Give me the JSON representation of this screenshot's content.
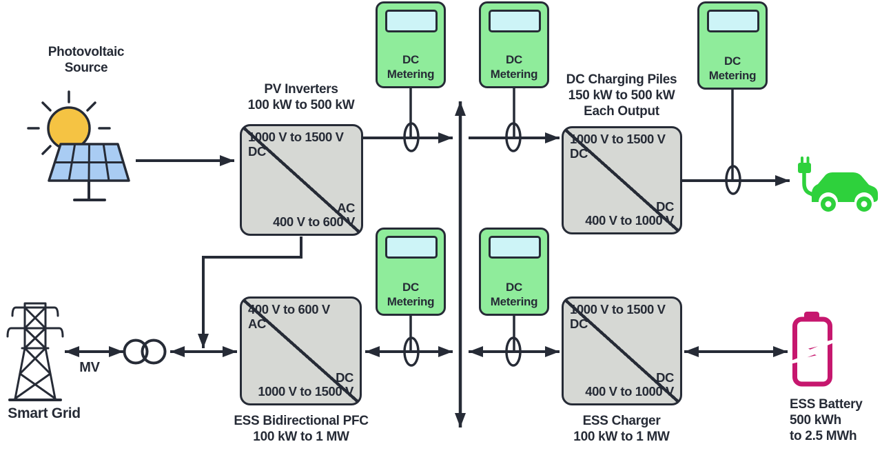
{
  "colors": {
    "ink": "#262b36",
    "converter_fill": "#d6d8d4",
    "meter_fill": "#8fec9b",
    "meter_screen": "#cdf4f7",
    "ev_green": "#2ed13c",
    "battery_magenta": "#c6176e",
    "sun_yellow": "#f5c343",
    "panel_blue": "#a9ccf3"
  },
  "sources": {
    "pv": {
      "label": "Photovoltaic\nSource"
    },
    "grid": {
      "label": "Smart Grid",
      "link_label": "MV"
    }
  },
  "converters": {
    "pv_inverters": {
      "title": "PV Inverters\n100 kW to 500 kW",
      "input": "1000 V to 1500 V\nDC",
      "output": "AC\n400 V to 600 V"
    },
    "dc_charging_piles": {
      "title": "DC Charging Piles\n150 kW to 500 kW\nEach Output",
      "input": "1000 V to 1500 V\nDC",
      "output": "DC\n400 V to 1000 V"
    },
    "ess_pfc": {
      "title": "ESS Bidirectional PFC\n100 kW to 1 MW",
      "input": "400 V to 600 V\nAC",
      "output": "DC\n1000 V to 1500 V"
    },
    "ess_charger": {
      "title": "ESS Charger\n100 kW to 1 MW",
      "input": "1000 V to 1500 V\nDC",
      "output": "DC\n400 V to 1000 V"
    }
  },
  "meters": [
    {
      "label": "DC\nMetering"
    },
    {
      "label": "DC\nMetering"
    },
    {
      "label": "DC\nMetering"
    },
    {
      "label": "DC\nMetering"
    },
    {
      "label": "DC\nMetering"
    }
  ],
  "storage": {
    "battery_label": "ESS Battery\n500 kWh\nto 2.5 MWh"
  }
}
